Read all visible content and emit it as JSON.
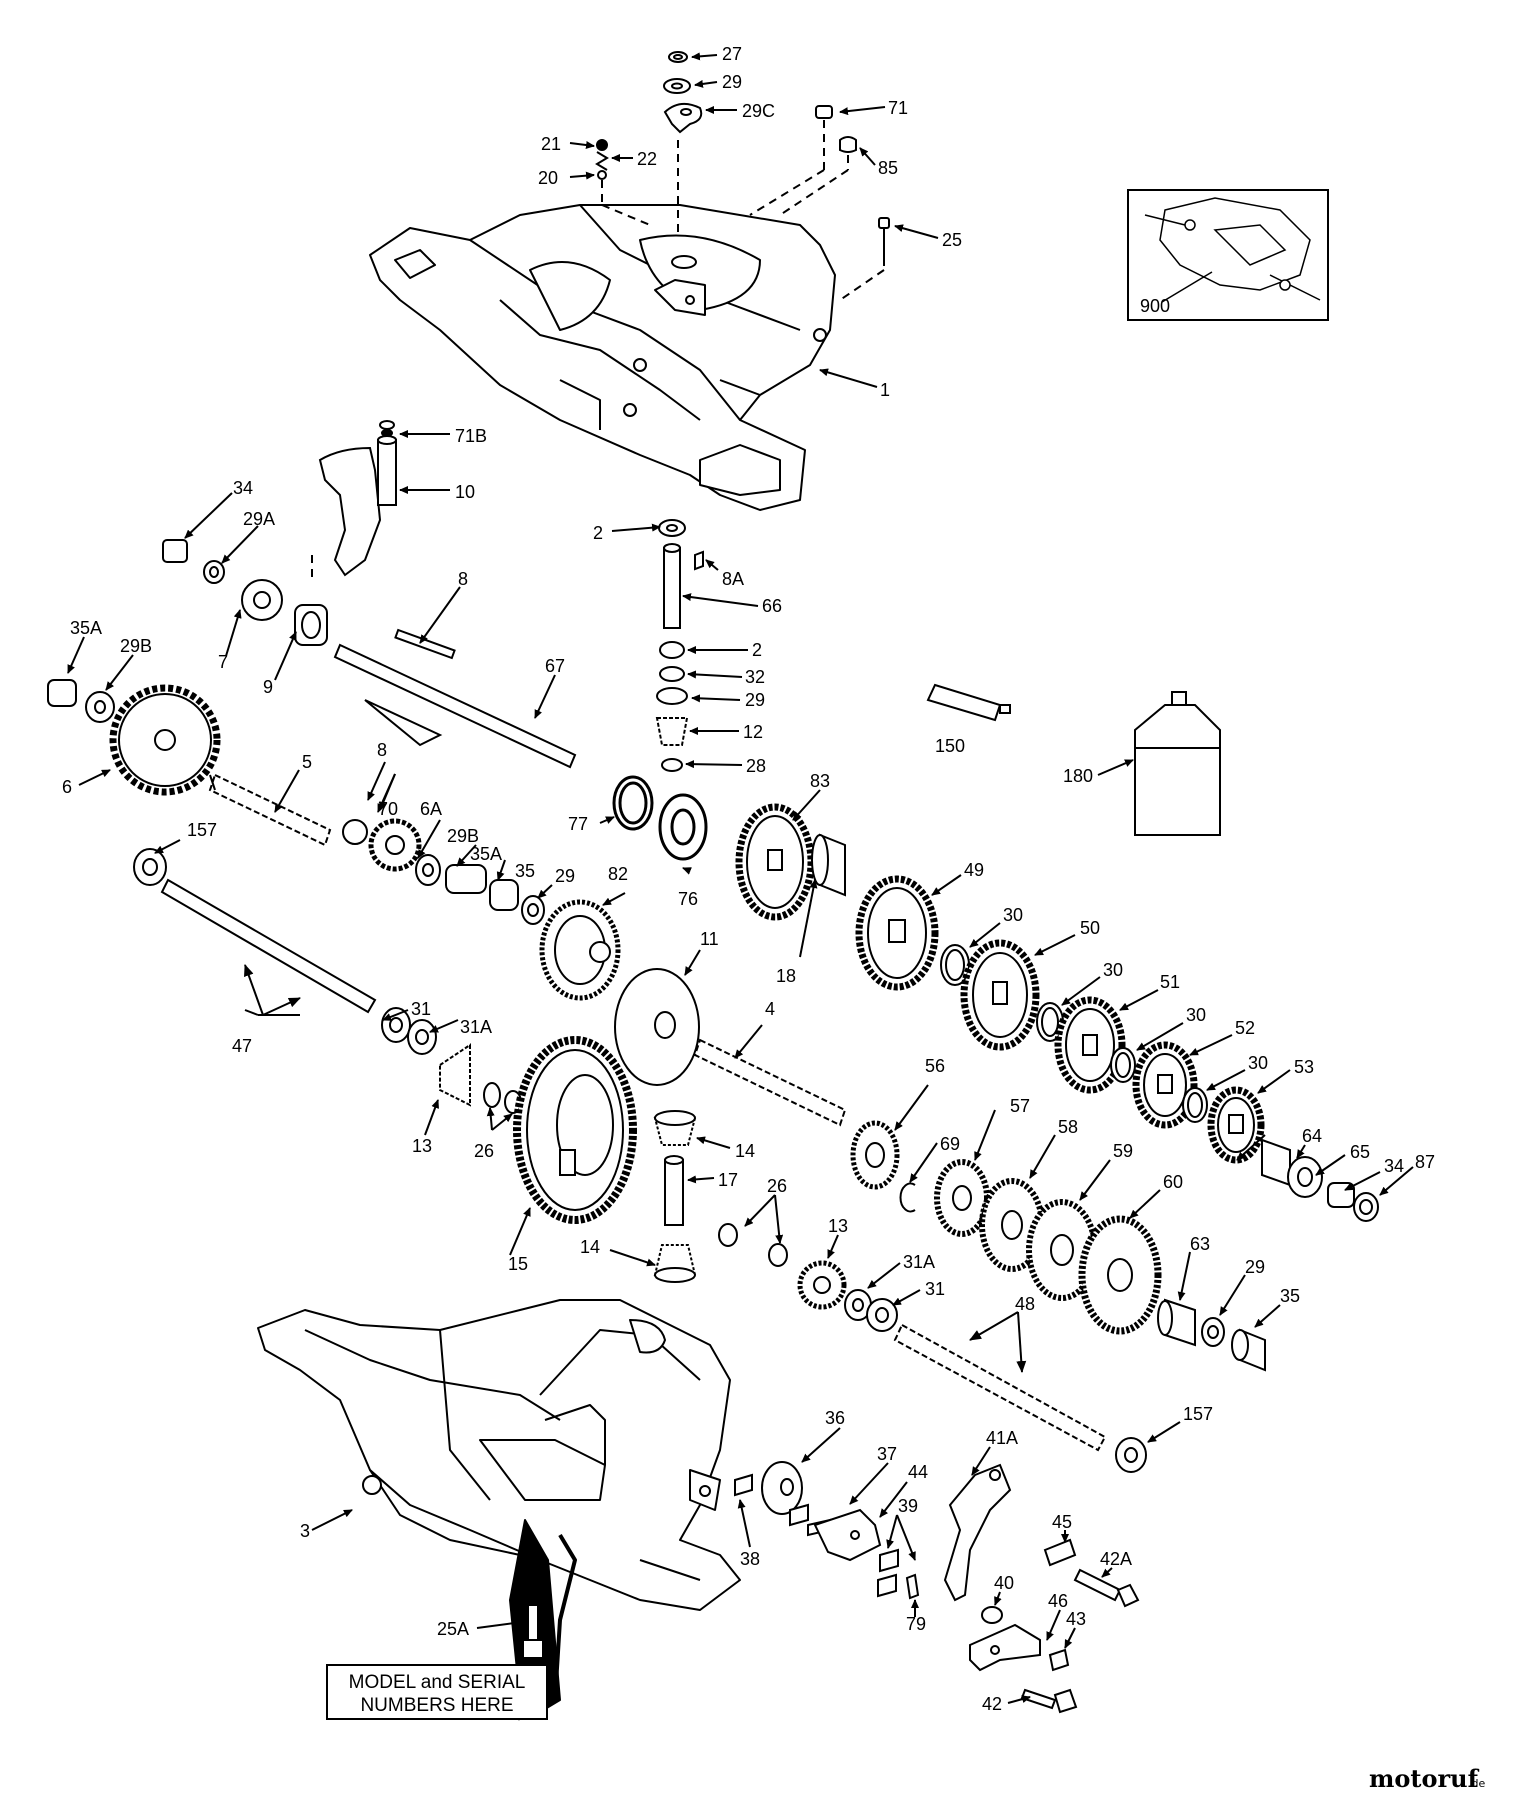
{
  "callouts": {
    "c27": "27",
    "c29a": "29",
    "c29c": "29C",
    "c71": "71",
    "c21": "21",
    "c22": "22",
    "c20": "20",
    "c85": "85",
    "c25": "25",
    "c900": "900",
    "c1": "1",
    "c71b": "71B",
    "c10": "10",
    "c34a": "34",
    "c29ab": "29A",
    "c2a": "2",
    "c8aa": "8A",
    "c66": "66",
    "c8b": "8",
    "c35a": "35A",
    "c29b": "29B",
    "c7": "7",
    "c9": "9",
    "c2b": "2",
    "c32": "32",
    "c29d": "29",
    "c67": "67",
    "c150": "150",
    "c12": "12",
    "c28": "28",
    "c6": "6",
    "c5": "5",
    "c8c": "8",
    "c180": "180",
    "c83": "83",
    "c77": "77",
    "c70": "70",
    "c6a": "6A",
    "c29bb": "29B",
    "c35ab": "35A",
    "c35b": "35",
    "c29e": "29",
    "c82": "82",
    "c76": "76",
    "c157a": "157",
    "c49": "49",
    "c18": "18",
    "c11": "11",
    "c30a": "30",
    "c50": "50",
    "c30b": "30",
    "c51": "51",
    "c30c": "30",
    "c52": "52",
    "c30d": "30",
    "c47": "47",
    "c31a": "31",
    "c31aa": "31A",
    "c4": "4",
    "c53": "53",
    "c56": "56",
    "c13a": "13",
    "c26a": "26",
    "c14a": "14",
    "c69": "69",
    "c57": "57",
    "c64": "64",
    "c65": "65",
    "c34b": "34",
    "c87": "87",
    "c17": "17",
    "c58": "58",
    "c59": "59",
    "c60": "60",
    "c26b": "26",
    "c15": "15",
    "c14b": "14",
    "c13b": "13",
    "c31ab": "31A",
    "c31b": "31",
    "c63": "63",
    "c29f": "29",
    "c35c": "35",
    "c48": "48",
    "c157b": "157",
    "c36": "36",
    "c37": "37",
    "c44": "44",
    "c41a": "41A",
    "c3": "3",
    "c38": "38",
    "c39": "39",
    "c45": "45",
    "c42a": "42A",
    "c40": "40",
    "c46": "46",
    "c43": "43",
    "c79": "79",
    "c25a": "25A",
    "c42": "42"
  },
  "note": {
    "line1": "MODEL and SERIAL",
    "line2": "NUMBERS HERE"
  },
  "watermark": {
    "text": "motoruf",
    "suffix": ".de"
  }
}
